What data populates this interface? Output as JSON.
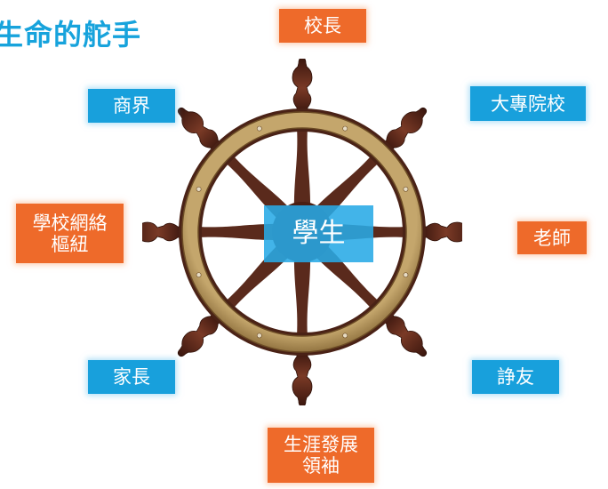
{
  "title": "生命的舵手",
  "center": "學生",
  "nodes": {
    "top": "校長",
    "top_left": "商界",
    "top_right": "大專院校",
    "left_line1": "學校網絡",
    "left_line2": "樞紐",
    "right": "老師",
    "bottom_left": "家長",
    "bottom_right": "諍友",
    "bottom_line1": "生涯發展",
    "bottom_line2": "領袖"
  },
  "colors": {
    "blue": "#18a0dc",
    "orange": "#ee6a2a",
    "title": "#17a3dc",
    "wheel_wood": "#5a2a1c",
    "wheel_ring": "#a98a55"
  }
}
